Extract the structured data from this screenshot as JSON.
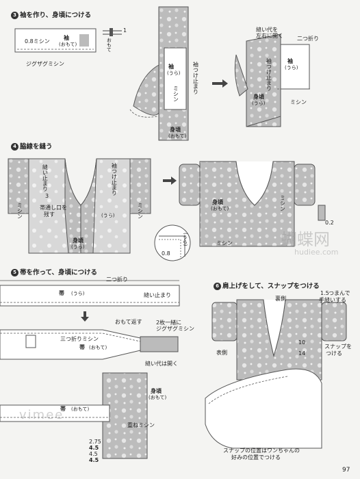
{
  "steps": {
    "s3": {
      "num": "3",
      "title": "袖を作り、身頃につける"
    },
    "s4": {
      "num": "4",
      "title": "脇線を縫う"
    },
    "s5": {
      "num": "5",
      "title": "帯を作って、身頃につける"
    },
    "s6": {
      "num": "6",
      "title": "肩上げをして、スナップをつける"
    }
  },
  "labels": {
    "sode": "袖",
    "omote_paren": "(おもて)",
    "ura_paren": "(うら)",
    "mishin": "ミシン",
    "mishin_08": "0.8ミシン",
    "zigzag": "ジグザグミシン",
    "one": "1",
    "omote": "おもて",
    "nuishiro_sayuu": "縫い代を",
    "nuishiro_sayuu2": "左右に開く",
    "futatsu_ori": "二つ折り",
    "sodetsuke_tomari": "袖つけ止まり",
    "migoro": "身頃",
    "nui_tomari": "縫い止まり",
    "num_3": "3",
    "obitooshi": "帯通し口を",
    "nokosu": "残す",
    "num_08b": "0.8",
    "num_02": "0.2",
    "obi": "帯",
    "omote_kaesu": "おもて返す",
    "mitsuori_mishin": "三つ折りミシン",
    "nimai_issho": "2枚一緒に",
    "zigzag2": "ジグザグミシン",
    "nuishiro_hiraku": "縫い代は開く",
    "kasane_mishin": "重ねミシン",
    "m275": "2.75",
    "m45a": "4.5",
    "m45b": "4.5",
    "m45c": "4.5",
    "m15": "1.5",
    "tsumande": "つまんで",
    "tenui": "手縫いする",
    "uragawa": "裏側",
    "omotegawa": "表側",
    "m10": "10",
    "m14": "14",
    "snap": "スナップを",
    "tsukeru": "つける",
    "snap_note1": "スナップの位置はワンちゃんの",
    "snap_note2": "好みの位置でつける"
  },
  "page_number": "97",
  "watermarks": {
    "hudie": "蝴蝶网",
    "hudie_url": "hudiee.com",
    "vimee": "vimee"
  }
}
